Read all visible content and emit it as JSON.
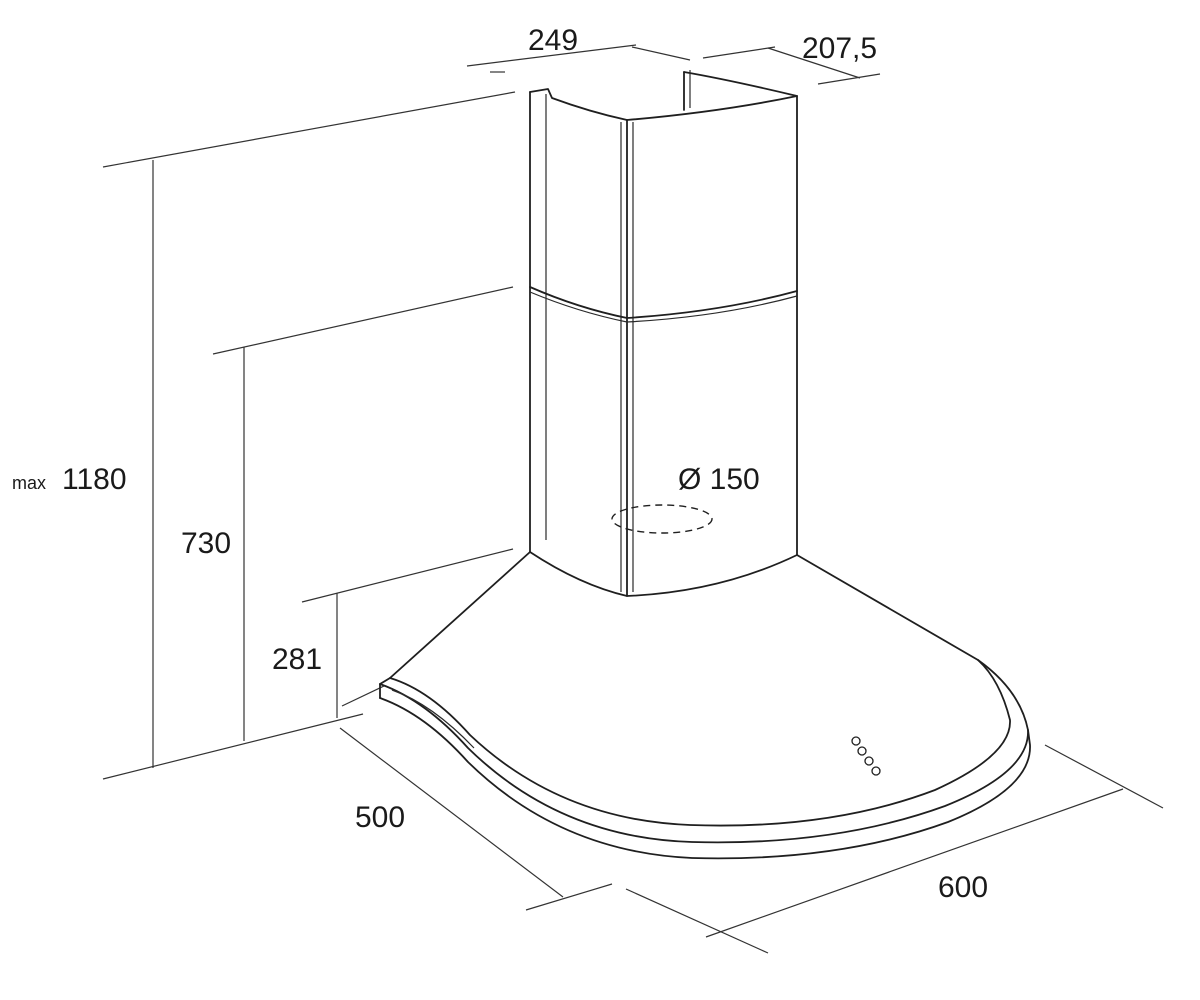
{
  "dimensions": {
    "chimney_width": "249",
    "chimney_depth": "207,5",
    "max_prefix": "max",
    "max_height": "1180",
    "chimney_height": "730",
    "hood_height": "281",
    "depth": "500",
    "width": "600",
    "outlet_diameter": "Ø 150"
  },
  "icons": {
    "control_buttons": "control-buttons-icon"
  }
}
